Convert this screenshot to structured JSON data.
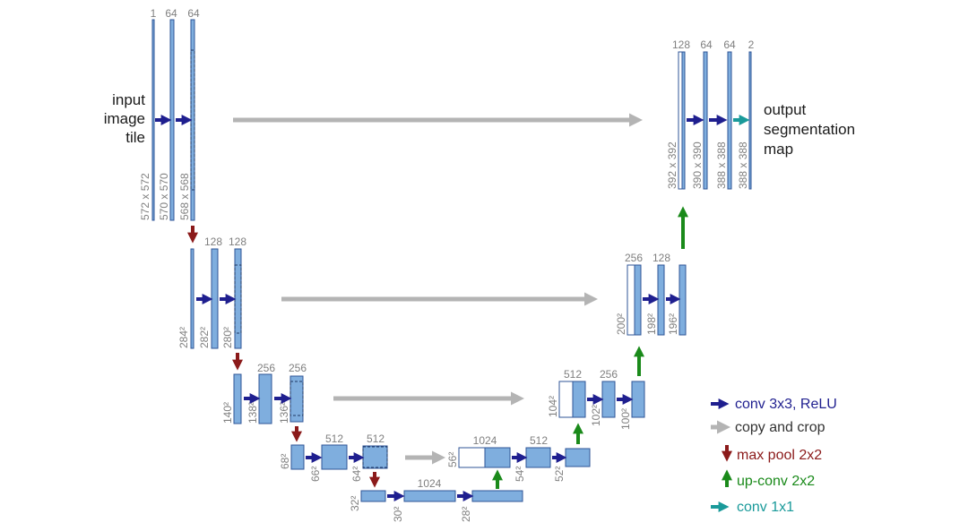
{
  "colors": {
    "feature_map": "#7faede",
    "feature_map_border": "#2f5597",
    "conv_arrow": "#1f1f8f",
    "copy_arrow": "#b4b4b4",
    "pool_arrow": "#8b1a1a",
    "upconv_arrow": "#1a8a1a",
    "conv1x1_arrow": "#1a9a9a",
    "label_gray": "#7f7f7f"
  },
  "input_label": [
    "input",
    "image",
    "tile"
  ],
  "output_label": [
    "output",
    "segmentation",
    "map"
  ],
  "channels": {
    "l1": [
      "1",
      "64",
      "64"
    ],
    "l2": [
      "128",
      "128"
    ],
    "l3": [
      "256",
      "256"
    ],
    "l4": [
      "512",
      "512"
    ],
    "bottom": [
      "1024"
    ],
    "u4": [
      "1024",
      "512"
    ],
    "u3": [
      "512",
      "256"
    ],
    "u2": [
      "256",
      "128"
    ],
    "u1": [
      "128",
      "64",
      "64",
      "2"
    ]
  },
  "sizes": {
    "l1": [
      "572 x 572",
      "570 x 570",
      "568 x 568"
    ],
    "l2": [
      "284²",
      "282²",
      "280²"
    ],
    "l3": [
      "140²",
      "138²",
      "136²"
    ],
    "l4": [
      "68²",
      "66²",
      "64²"
    ],
    "bottom": [
      "32²",
      "30²",
      "28²"
    ],
    "u4": [
      "56²",
      "54²",
      "52²"
    ],
    "u3": [
      "104²",
      "102²",
      "100²"
    ],
    "u2": [
      "200²",
      "198²",
      "196²"
    ],
    "u1": [
      "392 x 392",
      "390 x 390",
      "388 x 388",
      "388 x 388"
    ]
  },
  "legend": [
    {
      "label": "conv 3x3, ReLU",
      "arrow": "conv-arrow-icon",
      "color": "#1f1f8f"
    },
    {
      "label": "copy and crop",
      "arrow": "copy-arrow-icon",
      "color": "#333333"
    },
    {
      "label": "max pool 2x2",
      "arrow": "pool-arrow-icon",
      "color": "#8b1a1a"
    },
    {
      "label": "up-conv 2x2",
      "arrow": "upconv-arrow-icon",
      "color": "#1a8a1a"
    },
    {
      "label": "conv 1x1",
      "arrow": "conv1x1-arrow-icon",
      "color": "#1a9a9a"
    }
  ]
}
